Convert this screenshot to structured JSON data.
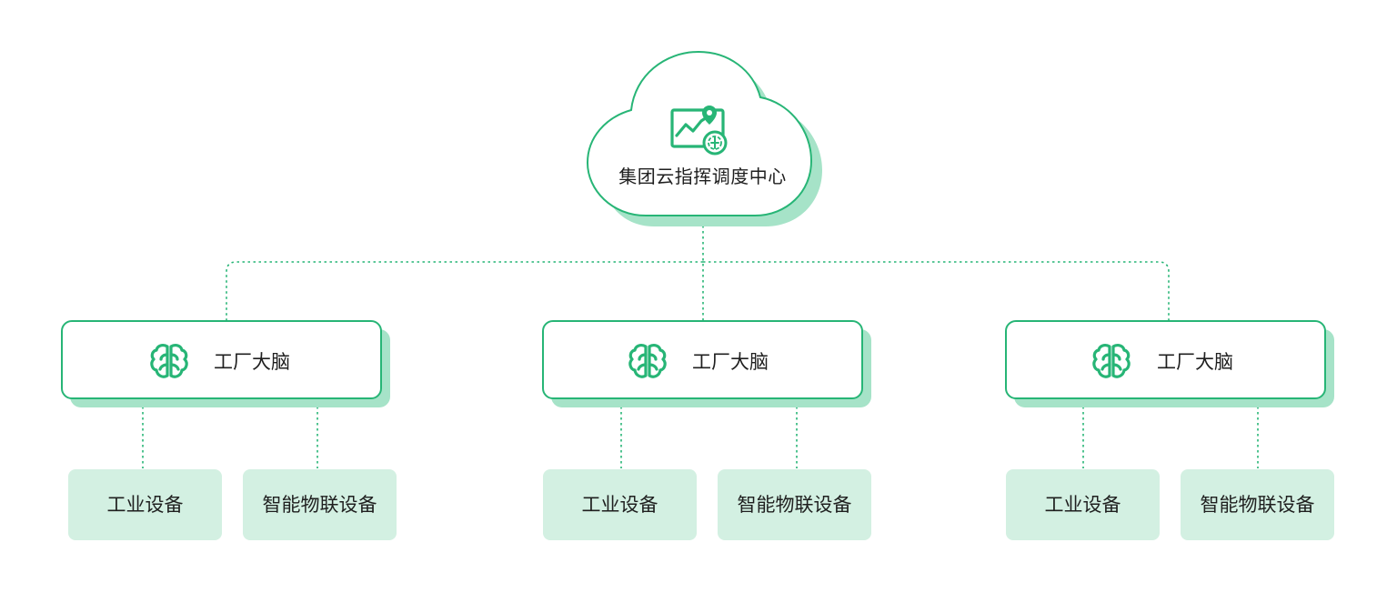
{
  "cloud": {
    "label": "集团云指挥调度中心",
    "icon": "monitoring-screen-icon"
  },
  "factories": [
    {
      "label": "工厂大脑",
      "icon": "brain-icon",
      "devices": [
        "工业设备",
        "智能物联设备"
      ]
    },
    {
      "label": "工厂大脑",
      "icon": "brain-icon",
      "devices": [
        "工业设备",
        "智能物联设备"
      ]
    },
    {
      "label": "工厂大脑",
      "icon": "brain-icon",
      "devices": [
        "工业设备",
        "智能物联设备"
      ]
    }
  ],
  "colors": {
    "accent": "#27b576",
    "shadow": "#a6e3c8",
    "device_fill": "#d3f0e2",
    "text": "#1f1f1f"
  }
}
